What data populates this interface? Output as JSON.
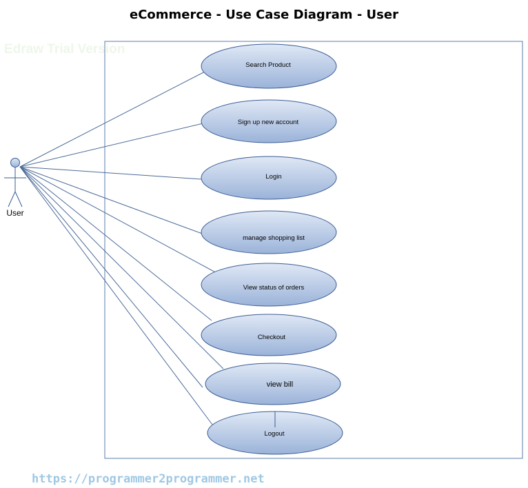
{
  "title": "eCommerce - Use Case Diagram - User",
  "watermark": "Edraw Trial Version",
  "footer_url": "https://programmer2programmer.net",
  "actor": {
    "label": "User",
    "icon": "stick-figure-actor-icon"
  },
  "use_cases": [
    {
      "label": "Search Product"
    },
    {
      "label": "Sign up new account"
    },
    {
      "label": "Login"
    },
    {
      "label": "manage shopping list"
    },
    {
      "label": "View status of orders"
    },
    {
      "label": "Checkout"
    },
    {
      "label": "view bill"
    },
    {
      "label": "Logout"
    }
  ],
  "colors": {
    "ellipse_fill_top": "#dfe8f5",
    "ellipse_fill_bottom": "#9bb3d9",
    "ellipse_stroke": "#3a5c94",
    "line": "#4a6a98",
    "boundary": "#5b7ca8"
  }
}
